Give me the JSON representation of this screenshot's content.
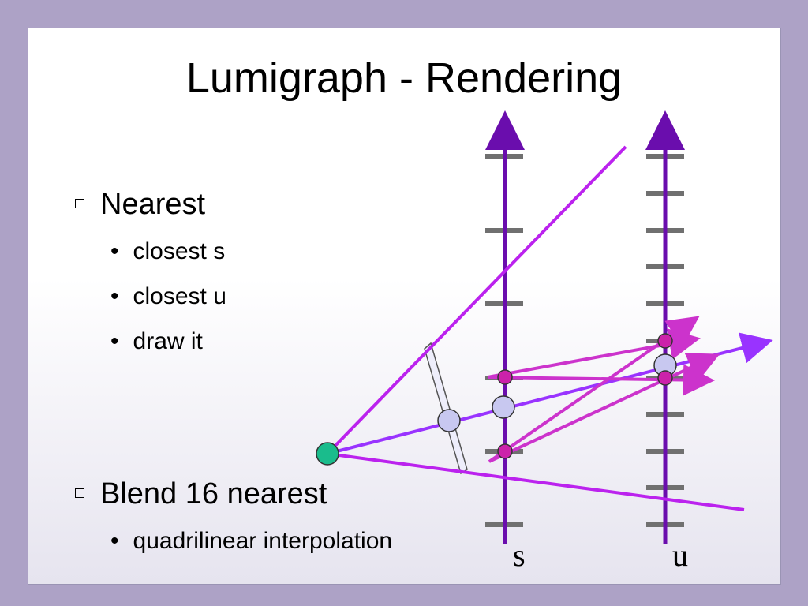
{
  "slide": {
    "title": "Lumigraph - Rendering",
    "bullets": [
      {
        "text": "Nearest",
        "sub": [
          "closest s",
          "closest u",
          "draw it"
        ]
      },
      {
        "text": "Blend 16 nearest",
        "sub": [
          "quadrilinear interpolation"
        ]
      }
    ]
  },
  "diagram": {
    "axis_labels": {
      "s": "s",
      "u": "u"
    },
    "colors": {
      "axis": "#6a0dad",
      "tick": "#707070",
      "ray": "#cc33cc",
      "frustum": "#bb22ee",
      "eye": "#1abc8c",
      "sample": "#c8c8f0",
      "hit": "#cc22aa"
    }
  }
}
